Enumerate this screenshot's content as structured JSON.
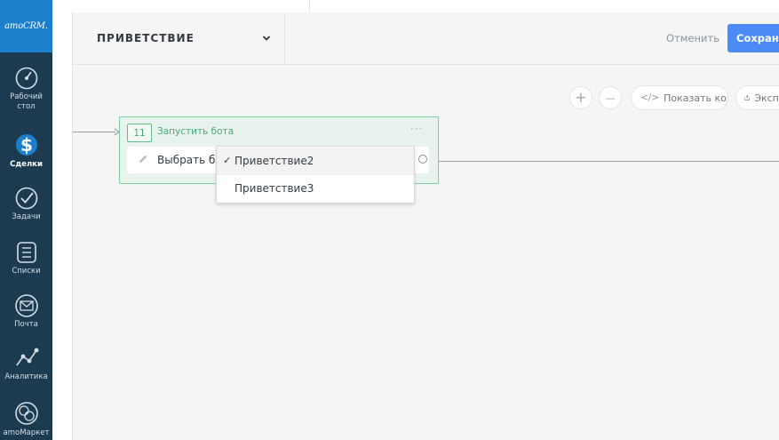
{
  "sidebar": {
    "logo": "amoCRM.",
    "items": [
      {
        "label": "Рабочий стол",
        "icon": "dashboard-icon"
      },
      {
        "label": "Сделки",
        "icon": "deals-icon",
        "active": true
      },
      {
        "label": "Задачи",
        "icon": "tasks-icon"
      },
      {
        "label": "Списки",
        "icon": "lists-icon"
      },
      {
        "label": "Почта",
        "icon": "mail-icon"
      },
      {
        "label": "Аналитика",
        "icon": "analytics-icon"
      },
      {
        "label": "amoМаркет",
        "icon": "market-icon"
      }
    ],
    "colors": {
      "background": "#1c3b51",
      "logo_background": "#1b7fcc"
    }
  },
  "header": {
    "pipeline_title": "ПРИВЕТСТВИЕ",
    "cancel_label": "Отменить",
    "save_label": "Сохранить",
    "save_color": "#4c8bf5"
  },
  "toolbar": {
    "zoom_in_symbol": "+",
    "zoom_out_symbol": "—",
    "show_code_icon_text": "</>",
    "show_code_label": "Показать код",
    "export_label": "Экспорт"
  },
  "node": {
    "number": "11",
    "title": "Запустить бота",
    "menu_glyph": "···",
    "field_text": "Выбрать бота",
    "accent_color": "#46a975"
  },
  "dropdown": {
    "options": [
      {
        "label": "Приветствие2",
        "selected": true,
        "check": "✓"
      },
      {
        "label": "Приветствие3",
        "selected": false,
        "check": ""
      }
    ]
  }
}
